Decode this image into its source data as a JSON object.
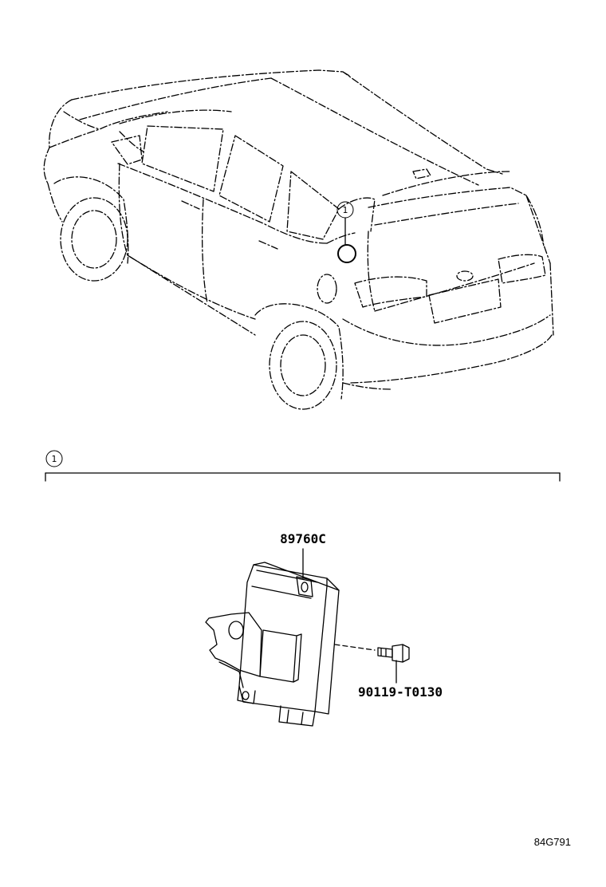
{
  "diagram": {
    "callout_number": "1",
    "section_callout_number": "1",
    "parts": [
      {
        "part_number": "89760C"
      },
      {
        "part_number": "90119-T0130"
      }
    ],
    "illustration_code": "84G791"
  }
}
